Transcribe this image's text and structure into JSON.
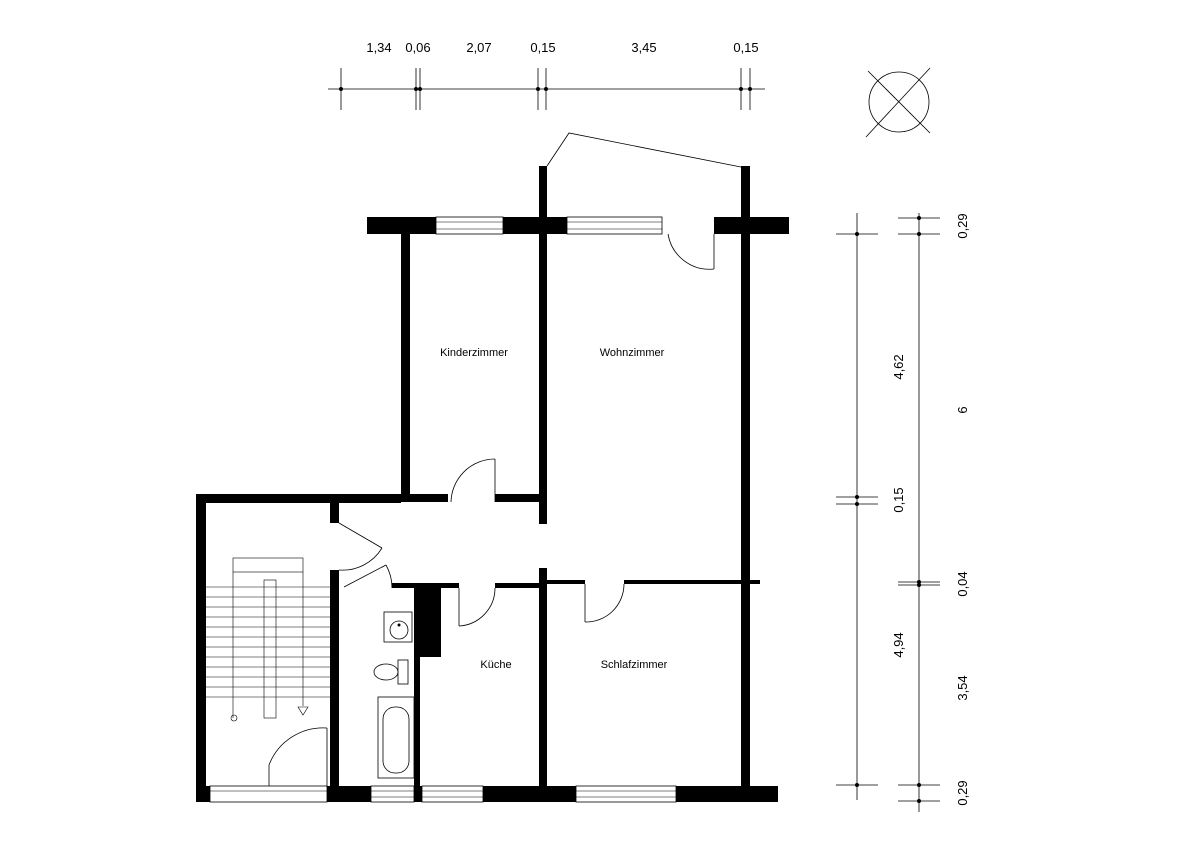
{
  "rooms": {
    "kinderzimmer": "Kinderzimmer",
    "wohnzimmer": "Wohnzimmer",
    "kueche": "Küche",
    "schlafzimmer": "Schlafzimmer"
  },
  "dimensions": {
    "top": [
      "1,34",
      "0,06",
      "2,07",
      "0,15",
      "3,45",
      "0,15"
    ],
    "right_inner": [
      "4,62",
      "0,15",
      "4,94"
    ],
    "right_outer": [
      "0,29",
      "6",
      "0,04",
      "3,54",
      "0,29"
    ]
  },
  "icons": {
    "north_symbol": "north-arrow-icon"
  }
}
